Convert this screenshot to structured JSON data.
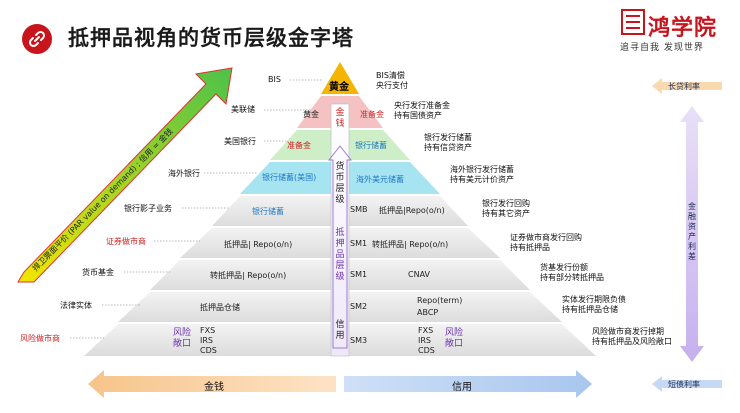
{
  "title": "抵押品视角的货币层级金字塔",
  "logo": {
    "name": "鸿学院",
    "tagline": "追寻自我  发现世界"
  },
  "left_labels": [
    {
      "text": "BIS",
      "color": "#111111"
    },
    {
      "text": "美联储",
      "color": "#111111"
    },
    {
      "text": "美国银行",
      "color": "#111111"
    },
    {
      "text": "海外银行",
      "color": "#111111"
    },
    {
      "text": "银行影子业务",
      "color": "#111111"
    },
    {
      "text": "证券做市商",
      "color": "#d32222"
    },
    {
      "text": "货币基金",
      "color": "#111111"
    },
    {
      "text": "法律实体",
      "color": "#111111"
    },
    {
      "text": "风险做市商",
      "color": "#d32222"
    }
  ],
  "pyramid": {
    "apex": "黄金",
    "layer2_left": "黄金",
    "layer2_right": "准备金",
    "layer3_left": "准备金",
    "layer3_right": "银行储蓄",
    "layer4_left": "银行储蓄(美国)",
    "layer4_right": "海外美元储蓄",
    "layer5_left": "银行储蓄",
    "layer5_code": "SMB",
    "layer5_right": "抵押品|Repo(o/n)",
    "layer6_left": "抵押品| Repo(o/n)",
    "layer6_code": "SM1",
    "layer6_right": "转抵押品| Repo(o/n)",
    "layer7_left": "转抵押品| Repo(o/n)",
    "layer7_code": "SM1",
    "layer7_right": "CNAV",
    "layer8_left": "抵押品仓储",
    "layer8_code": "SM2",
    "layer8_right_1": "Repo(term)",
    "layer8_right_2": "ABCP",
    "layer9_left_risk": "风险敞口",
    "layer9_left_list": [
      "FXS",
      "IRS",
      "CDS"
    ],
    "layer9_code": "SM3",
    "layer9_right_list": [
      "FXS",
      "IRS",
      "CDS"
    ],
    "layer9_right_risk": "风险敞口"
  },
  "center_column": {
    "top": "金钱",
    "middle": "货币层级",
    "lower": "抵押品层级",
    "bottom": "信用"
  },
  "right_notes": [
    [
      "BIS清偿",
      "央行支付"
    ],
    [
      "央行发行准备金",
      "持有国债资产"
    ],
    [
      "银行发行储蓄",
      "持有信贷资产"
    ],
    [
      "海外银行发行储蓄",
      "持有美元计价资产"
    ],
    [
      "银行发行回购",
      "持有其它资产"
    ],
    [
      "证券做市商发行回购",
      "持有抵押品"
    ],
    [
      "货基发行份额",
      "持有部分转抵押品"
    ],
    [
      "实体发行期限负债",
      "持有抵押品仓储"
    ],
    [
      "风险做市商发行掉期",
      "持有抵押品及风险敞口"
    ]
  ],
  "diagonal_arrow_text": "捍卫票面平价 (PAR value on demand) ; 信用 = 金钱",
  "bottom_arrows": {
    "left": "金钱",
    "right": "信用"
  },
  "right_panel": {
    "top": "长贷利率",
    "middle": "金融资产利差",
    "bottom": "短债利率"
  },
  "colors": {
    "apex": "#f5b400",
    "red_band": "#f2b8b8",
    "green_band": "#c9efc4",
    "blue_band": "#9fe3f2",
    "grey_band": "#e4e4e4",
    "accent_red": "#c8141d"
  }
}
